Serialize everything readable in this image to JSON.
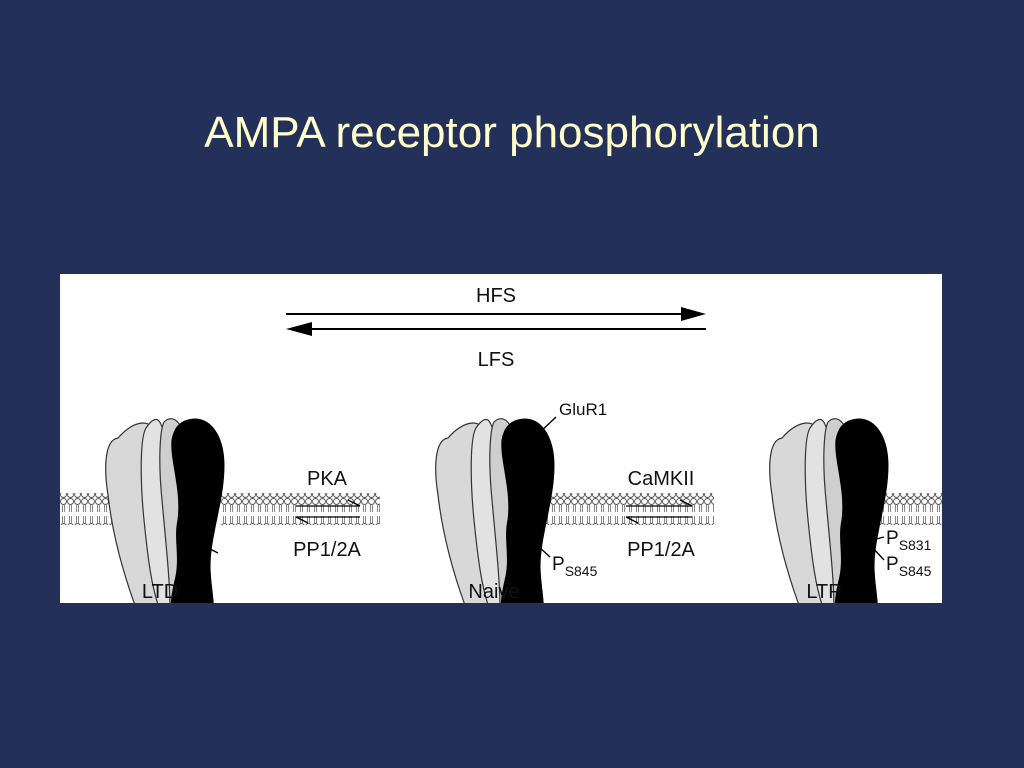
{
  "slide": {
    "title": "AMPA receptor phosphorylation",
    "background": "#22305a",
    "title_color": "#ffffcc"
  },
  "diagram": {
    "top_arrow": {
      "forward_label": "HFS",
      "backward_label": "LFS"
    },
    "states": [
      {
        "label": "LTD"
      },
      {
        "label": "Naive",
        "subunit_label": "GluR1",
        "sites": [
          {
            "p": "P",
            "site": "S845"
          }
        ]
      },
      {
        "label": "LTP",
        "sites": [
          {
            "p": "P",
            "site": "S831"
          },
          {
            "p": "P",
            "site": "S845"
          }
        ]
      }
    ],
    "transitions": [
      {
        "forward": "PKA",
        "backward": "PP1/2A"
      },
      {
        "forward": "CaMKII",
        "backward": "PP1/2A"
      }
    ],
    "colors": {
      "receptor_light": "#d8d8d8",
      "receptor_dark": "#000000",
      "membrane": "#555555"
    }
  }
}
